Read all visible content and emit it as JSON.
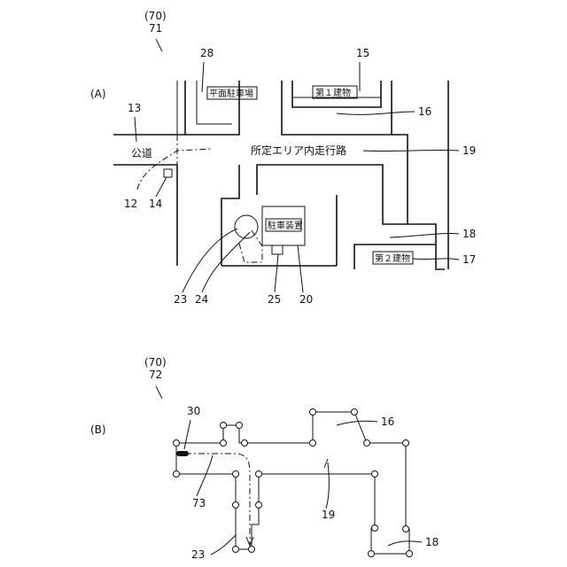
{
  "figure_a": {
    "ref_paren": "(70)",
    "ref_main": "71",
    "panel_label": "(A)",
    "labels": {
      "parking_lot": "平面駐車場",
      "building1": "第１建物",
      "public_road": "公道",
      "area_path": "所定エリア内走行路",
      "parking_device": "駐車装置",
      "building2": "第２建物"
    },
    "numerals": {
      "n28": "28",
      "n15": "15",
      "n16": "16",
      "n13": "13",
      "n19": "19",
      "n12": "12",
      "n14": "14",
      "n18": "18",
      "n17": "17",
      "n23": "23",
      "n24": "24",
      "n25": "25",
      "n20": "20"
    }
  },
  "figure_b": {
    "ref_paren": "(70)",
    "ref_main": "72",
    "panel_label": "(B)",
    "numerals": {
      "n30": "30",
      "n16": "16",
      "n73": "73",
      "n19": "19",
      "n23": "23",
      "n18": "18"
    }
  }
}
